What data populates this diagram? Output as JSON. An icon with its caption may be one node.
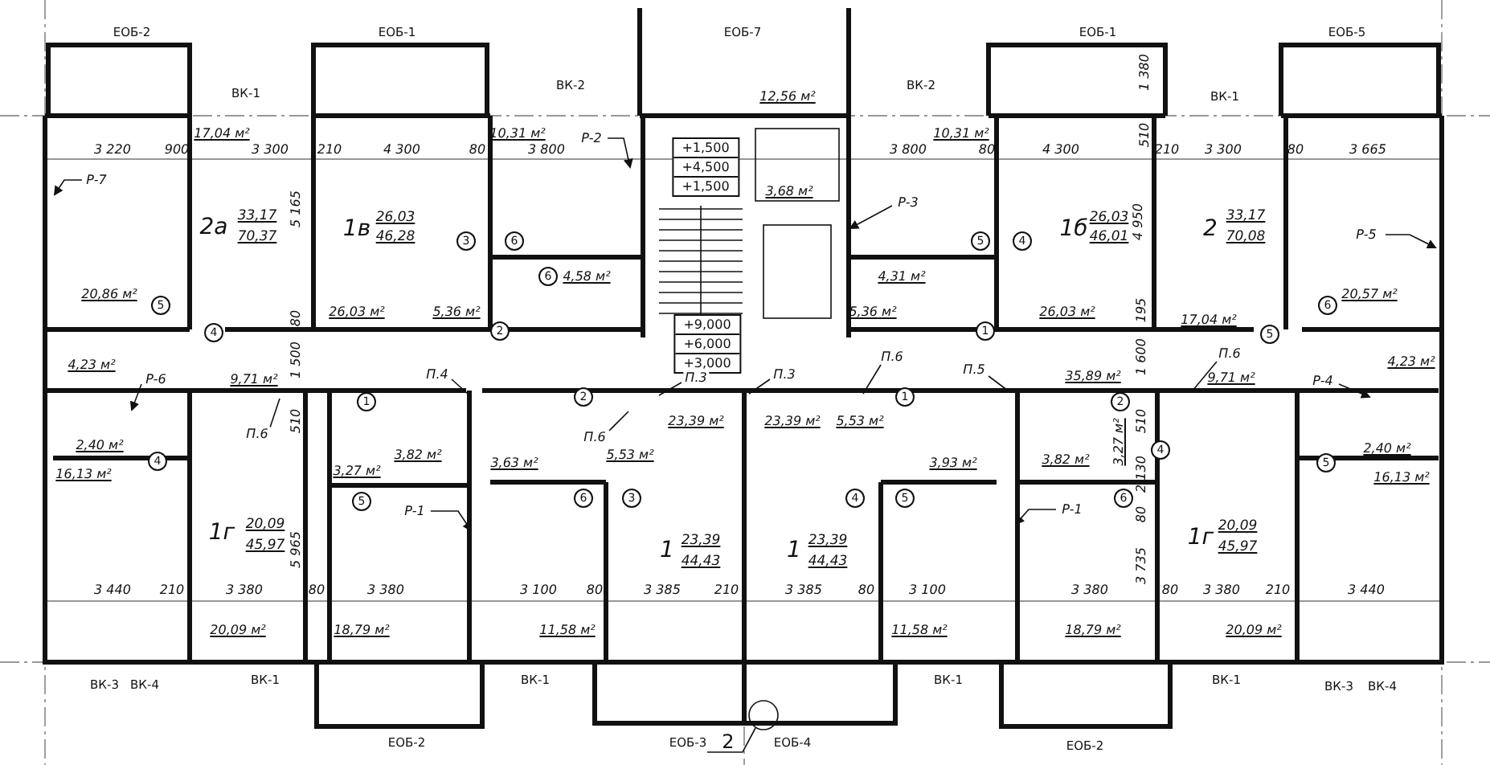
{
  "diagram": {
    "nodes": [
      {
        "text": [
          "Р-2"
        ]
      },
      {
        "text": [
          "+1,500",
          "+4,500",
          "+1,500"
        ]
      },
      {
        "text": [
          "Р-7"
        ]
      },
      {
        "text": [
          "Р-3"
        ]
      },
      {
        "text": [
          "Р-5"
        ]
      },
      {
        "text": [
          "+9,000",
          "+6,000",
          "+3,000"
        ]
      },
      {
        "text": [
          "П.6"
        ]
      },
      {
        "text": [
          "П.6"
        ]
      },
      {
        "text": [
          "П.5"
        ]
      },
      {
        "text": [
          "П.4"
        ]
      },
      {
        "text": [
          "П.3"
        ]
      },
      {
        "text": [
          "П.3"
        ]
      },
      {
        "text": [
          "Р-6"
        ]
      },
      {
        "text": [
          "Р-4"
        ]
      },
      {
        "text": [
          "П.6"
        ]
      },
      {
        "text": [
          "П.6"
        ]
      },
      {
        "text": [
          "Р-1"
        ]
      },
      {
        "text": [
          "Р-1"
        ]
      }
    ],
    "edges": [
      {
        "from": 0,
        "to": null,
        "arrow": "to"
      },
      {
        "from": 2,
        "to": null,
        "arrow": "to"
      },
      {
        "from": 3,
        "to": null,
        "arrow": "to"
      },
      {
        "from": 4,
        "to": null,
        "arrow": "to"
      },
      {
        "from": 6,
        "to": null,
        "arrow": "none"
      },
      {
        "from": 7,
        "to": null,
        "arrow": "none"
      },
      {
        "from": 8,
        "to": null,
        "arrow": "none"
      },
      {
        "from": 9,
        "to": null,
        "arrow": "none"
      },
      {
        "from": 10,
        "to": null,
        "arrow": "none"
      },
      {
        "from": 11,
        "to": null,
        "arrow": "none"
      },
      {
        "from": 12,
        "to": null,
        "arrow": "to"
      },
      {
        "from": 13,
        "to": null,
        "arrow": "to"
      },
      {
        "from": 14,
        "to": null,
        "arrow": "none"
      },
      {
        "from": 15,
        "to": null,
        "arrow": "none"
      },
      {
        "from": 16,
        "to": null,
        "arrow": "to"
      },
      {
        "from": 17,
        "to": null,
        "arrow": "to"
      }
    ],
    "labels": [
      "ЕОБ-2",
      "ЕОБ-1",
      "ЕОБ-7",
      "ЕОБ-1",
      "ЕОБ-5",
      "ВК-1",
      "ВК-2",
      "12,56 м²",
      "ВК-2",
      "1 380",
      "ВК-1",
      "17,04 м²",
      "10,31 м²",
      "10,31 м²",
      "3 220",
      "900",
      "3 300",
      "210",
      "4 300",
      "80",
      "3 800",
      "3 800",
      "80",
      "4 300",
      "510",
      "210",
      "3 300",
      "80",
      "3 665",
      "3,68 м²",
      "2а",
      "33,17",
      "70,37",
      "5 165",
      "1в",
      "26,03",
      "46,28",
      "3",
      "6",
      "5",
      "4",
      "1б",
      "26,03",
      "46,01",
      "4 950",
      "2",
      "33,17",
      "70,08",
      "6",
      "4,58 м²",
      "4,31 м²",
      "20,86 м²",
      "20,57 м²",
      "5",
      "6",
      "26,03 м²",
      "5,36 м²",
      "5,36 м²",
      "26,03 м²",
      "80",
      "195",
      "17,04 м²",
      "4",
      "2",
      "1",
      "5",
      "1 500",
      "1 600",
      "4,23 м²",
      "9,71 м²",
      "35,89 м²",
      "9,71 м²",
      "4,23 м²",
      "2",
      "1",
      "1",
      "2",
      "510",
      "510",
      "2,40 м²",
      "4",
      "5,53 м²",
      "23,39 м²",
      "23,39 м²",
      "5,53 м²",
      "3,63 м²",
      "3,93 м²",
      "3,82 м²",
      "3,82 м²",
      "3,27 м²",
      "3,27 м²",
      "2 130",
      "4",
      "5",
      "2,40 м²",
      "16,13 м²",
      "16,13 м²",
      "5",
      "6",
      "3",
      "4",
      "5",
      "6",
      "80",
      "1г",
      "20,09",
      "45,97",
      "5 965",
      "1",
      "23,39",
      "44,43",
      "1",
      "23,39",
      "44,43",
      "1г",
      "20,09",
      "45,97",
      "3 735",
      "3 440",
      "210",
      "3 380",
      "80",
      "3 380",
      "3 100",
      "80",
      "3 385",
      "210",
      "3 385",
      "80",
      "3 100",
      "3 380",
      "80",
      "3 380",
      "210",
      "3 440",
      "20,09 м²",
      "18,79 м²",
      "11,58 м²",
      "11,58 м²",
      "18,79 м²",
      "20,09 м²",
      "ВК-3",
      "ВК-4",
      "ВК-1",
      "ВК-1",
      "ВК-1",
      "ВК-1",
      "ВК-3",
      "ВК-4",
      "ЕОБ-2",
      "ЕОБ-3",
      "2",
      "ЕОБ-4",
      "ЕОБ-2"
    ]
  }
}
